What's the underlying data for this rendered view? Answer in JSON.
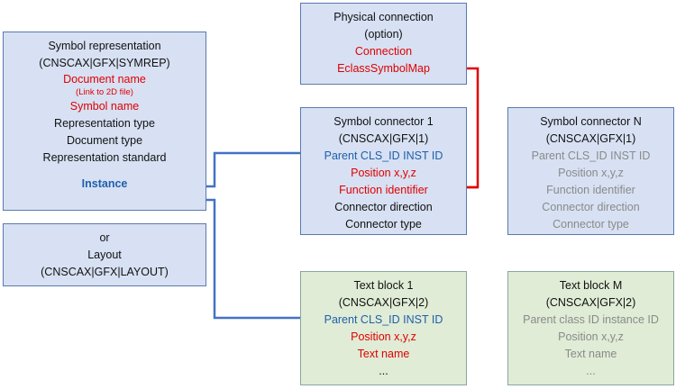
{
  "symbol_rep": {
    "title": "Symbol representation",
    "code": "(CNSCAX|GFX|SYMREP)",
    "doc_name": "Document name",
    "doc_link": "(Link to 2D file)",
    "symbol_name": "Symbol name",
    "rep_type": "Representation type",
    "doc_type": "Document type",
    "rep_std": "Representation standard",
    "instance": "Instance"
  },
  "layout": {
    "or": "or",
    "title": "Layout",
    "code": "(CNSCAX|GFX|LAYOUT)"
  },
  "physical": {
    "title": "Physical connection",
    "option": "(option)",
    "connection": "Connection",
    "map": "EclassSymbolMap"
  },
  "connector1": {
    "title": "Symbol connector 1",
    "code": "(CNSCAX|GFX|1)",
    "parent": "Parent CLS_ID INST ID",
    "position": "Position x,y,z",
    "function": "Function identifier",
    "direction": "Connector direction",
    "type": "Connector type"
  },
  "connectorN": {
    "title": "Symbol connector N",
    "code": "(CNSCAX|GFX|1)",
    "parent": "Parent CLS_ID INST ID",
    "position": "Position x,y,z",
    "function": "Function identifier",
    "direction": "Connector direction",
    "type": "Connector type"
  },
  "textblock1": {
    "title": "Text block 1",
    "code": "(CNSCAX|GFX|2)",
    "parent": "Parent CLS_ID INST ID",
    "position": "Position x,y,z",
    "text_name": "Text name",
    "more": "..."
  },
  "textblockM": {
    "title": "Text block M",
    "code": "(CNSCAX|GFX|2)",
    "parent": "Parent class ID instance ID",
    "position": "Position x,y,z",
    "text_name": "Text name",
    "more": "..."
  },
  "colors": {
    "blue_box": "#d7e1f3",
    "green_box": "#e0ecd6",
    "red": "#e00000",
    "blue_link": "#4472c4",
    "gray_text": "#8a8a8a"
  }
}
